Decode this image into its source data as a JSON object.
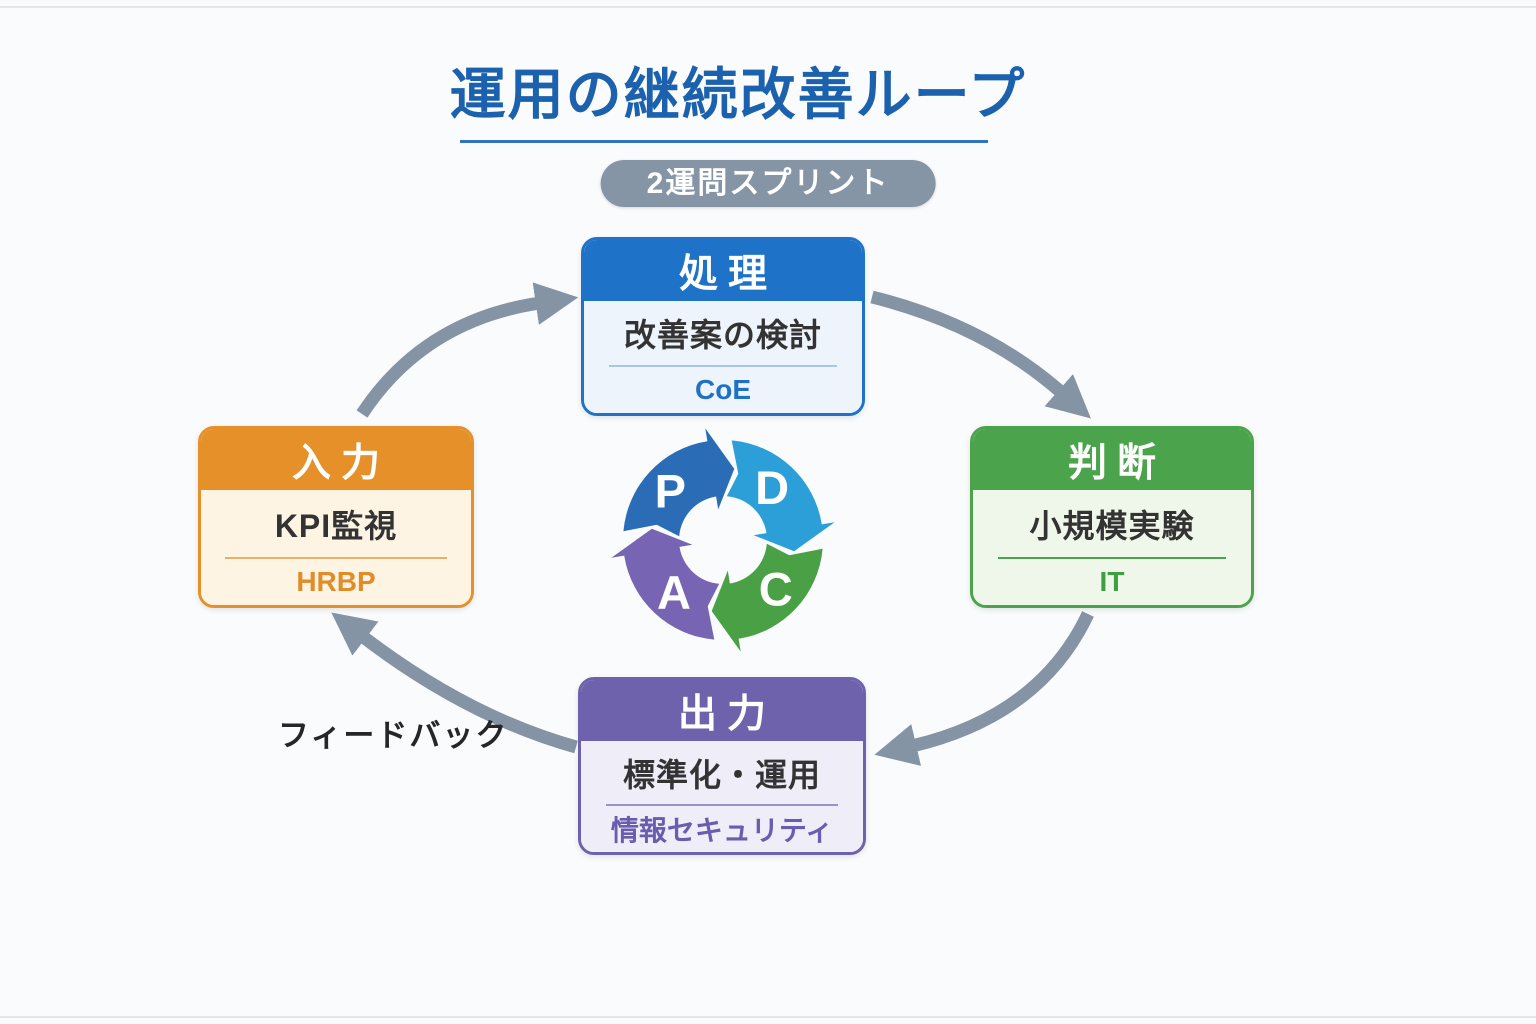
{
  "title": {
    "text": "運用の継続改善ループ"
  },
  "badge": {
    "text": "2運問スプリント"
  },
  "nodes": {
    "process": {
      "title": "処理",
      "task": "改善案の検討",
      "owner": "CoE"
    },
    "judge": {
      "title": "判断",
      "task": "小規模実験",
      "owner": "IT"
    },
    "output": {
      "title": "出力",
      "task": "標準化・運用",
      "owner": "情報セキュリティ"
    },
    "input": {
      "title": "入力",
      "task": "KPI監視",
      "owner": "HRBP"
    }
  },
  "pdca": {
    "p": "P",
    "d": "D",
    "c": "C",
    "a": "A"
  },
  "feedback_label": "フィードバック",
  "colors": {
    "title_blue": "#1b61ae",
    "badge_gray": "#8595a6",
    "arrow_gray": "#8494a5",
    "process_blue": "#1e73c8",
    "judge_green": "#4ba34c",
    "output_purple": "#6f62ad",
    "input_orange": "#e6902a",
    "pdca_p": "#2a6db6",
    "pdca_d": "#2d9fd8",
    "pdca_c": "#4aa044",
    "pdca_a": "#7765b3"
  }
}
